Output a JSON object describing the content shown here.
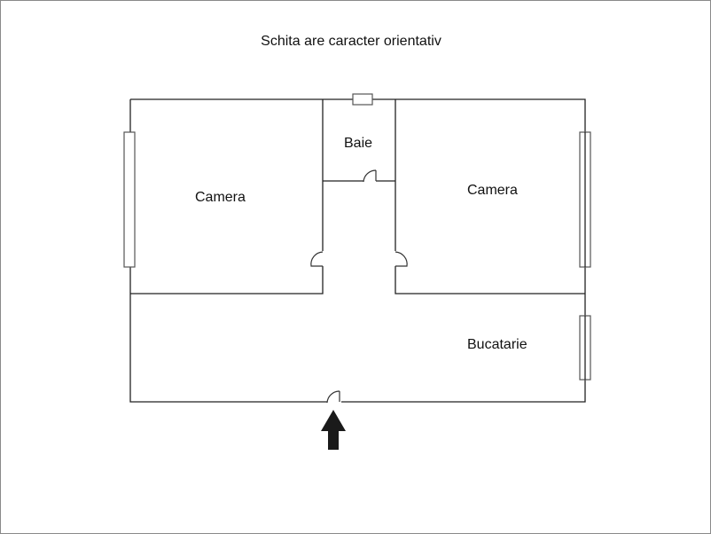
{
  "title": "Schita are caracter orientativ",
  "rooms": [
    {
      "name": "Camera",
      "position": "top-left"
    },
    {
      "name": "Baie",
      "position": "top-center"
    },
    {
      "name": "Camera",
      "position": "top-right"
    },
    {
      "name": "Bucatarie",
      "position": "bottom"
    }
  ],
  "entrance": {
    "icon": "arrow-up-icon",
    "color": "#1a1a1a"
  },
  "colors": {
    "walls": "#222222",
    "windows": "#555555",
    "frame": "#8a8a8a"
  }
}
